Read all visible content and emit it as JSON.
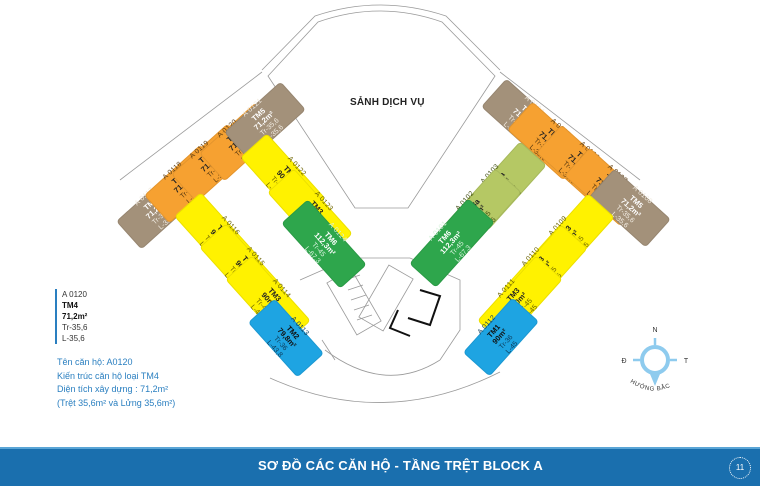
{
  "plan": {
    "lobby_label": "SẢNH DỊCH VỤ",
    "units": [
      {
        "id": "A 0117",
        "type": "TM5",
        "area": "71,2m²",
        "tr": "Tr-35,6",
        "l": "L-35,6",
        "color": "brown"
      },
      {
        "id": "A 0118",
        "type": "TM4",
        "area": "71,2m²",
        "tr": "Tr-35,6",
        "l": "L-35,6",
        "color": "orange"
      },
      {
        "id": "A 0119",
        "type": "TM4",
        "area": "71,2m²",
        "tr": "Tr-35,6",
        "l": "L-35,6",
        "color": "orange"
      },
      {
        "id": "A 0120",
        "type": "TM4",
        "area": "71,2m²",
        "tr": "Tr-35,6",
        "l": "L-35,6",
        "color": "orange"
      },
      {
        "id": "A 0121",
        "type": "TM5",
        "area": "71,2m²",
        "tr": "Tr-35,6",
        "l": "L-35,6",
        "color": "brown"
      },
      {
        "id": "A 0122",
        "type": "TM3",
        "area": "90m²",
        "tr": "Tr-45",
        "l": "L-45",
        "color": "yellow"
      },
      {
        "id": "A 0123",
        "type": "TM3",
        "area": "90m²",
        "tr": "Tr-45",
        "l": "L-45",
        "color": "yellow"
      },
      {
        "id": "A 0124",
        "type": "TM6",
        "area": "112,3m²",
        "tr": "Tr-45",
        "l": "L-67,3",
        "color": "green"
      },
      {
        "id": "A 0116",
        "type": "TM3",
        "area": "90m²",
        "tr": "Tr-45",
        "l": "L-45",
        "color": "yellow"
      },
      {
        "id": "A 0115",
        "type": "TM3",
        "area": "90m²",
        "tr": "Tr-45",
        "l": "L-45",
        "color": "yellow"
      },
      {
        "id": "A 0114",
        "type": "TM3",
        "area": "90m²",
        "tr": "Tr-45",
        "l": "L-45",
        "color": "yellow"
      },
      {
        "id": "A 0113",
        "type": "TM2",
        "area": "79,8m²",
        "tr": "Tr-36",
        "l": "L-43,8",
        "color": "blue"
      },
      {
        "id": "A 0104",
        "type": "TM5",
        "area": "71,2m²",
        "tr": "Tr-35,6",
        "l": "L-35,6",
        "color": "brown"
      },
      {
        "id": "A 0105",
        "type": "TM4",
        "area": "71,2m²",
        "tr": "Tr-35,6",
        "l": "L-35,6",
        "color": "orange"
      },
      {
        "id": "A 0106",
        "type": "TM4",
        "area": "71,2m²",
        "tr": "Tr-35,6",
        "l": "L-35,6",
        "color": "orange"
      },
      {
        "id": "A 0107",
        "type": "TM4",
        "area": "71,2m²",
        "tr": "Tr-35,6",
        "l": "L-35,6",
        "color": "orange"
      },
      {
        "id": "A 0108",
        "type": "TM5",
        "area": "71,2m²",
        "tr": "Tr-35,6",
        "l": "L-35,6",
        "color": "brown"
      },
      {
        "id": "A 0103",
        "type": "TM3a",
        "area": "90m²",
        "tr": "Tr-45",
        "l": "L-45",
        "color": "olive"
      },
      {
        "id": "A 0102",
        "type": "TM3a",
        "area": "90m²",
        "tr": "Tr-45",
        "l": "L-45",
        "color": "olive"
      },
      {
        "id": "A 0101",
        "type": "TM6",
        "area": "112,3m²",
        "tr": "Tr-45",
        "l": "L-67,3",
        "color": "green"
      },
      {
        "id": "A 0109",
        "type": "TM3",
        "area": "90m²",
        "tr": "Tr-45",
        "l": "L-45",
        "color": "yellow"
      },
      {
        "id": "A 0110",
        "type": "TM3",
        "area": "90m²",
        "tr": "Tr-45",
        "l": "L-45",
        "color": "yellow"
      },
      {
        "id": "A 0111",
        "type": "TM3",
        "area": "90m²",
        "tr": "Tr-45",
        "l": "L-45",
        "color": "yellow"
      },
      {
        "id": "A 0112",
        "type": "TM1",
        "area": "90m²",
        "tr": "Tr-36",
        "l": "L-45",
        "color": "blue"
      }
    ]
  },
  "legend": {
    "id": "A 0120",
    "type": "TM4",
    "area": "71,2m²",
    "tr": "Tr-35,6",
    "l": "L-35,6"
  },
  "info": {
    "line1": "Tên căn hộ: A0120",
    "line2": "Kiến trúc căn hộ loại TM4",
    "line3": "Diện tích xây dựng : 71,2m²",
    "line4": "(Trệt 35,6m² và Lửng 35,6m²)"
  },
  "compass": {
    "north": "N",
    "east": "Đ",
    "west": "T",
    "caption": "HƯỚNG BẮC",
    "color": "#8ecbee"
  },
  "footer": {
    "title": "SƠ ĐỒ CÁC CĂN HỘ  - TẦNG TRỆT BLOCK A",
    "page": "11",
    "color": "#1a6fae"
  }
}
